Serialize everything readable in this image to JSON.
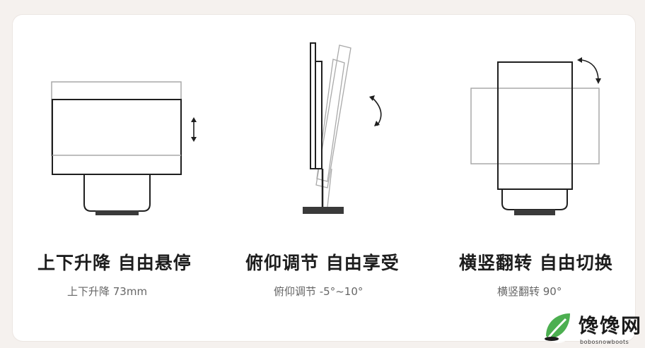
{
  "features": [
    {
      "title": "上下升降 自由悬停",
      "subtitle": "上下升降 73mm",
      "icon": "height-adjust-diagram"
    },
    {
      "title": "俯仰调节 自由享受",
      "subtitle": "俯仰调节 -5°~10°",
      "icon": "tilt-adjust-diagram"
    },
    {
      "title": "横竖翻转 自由切换",
      "subtitle": "横竖翻转 90°",
      "icon": "rotate-diagram"
    }
  ],
  "watermark": {
    "name": "馋馋网",
    "domain": "bobosnowboots",
    "accent": "#4caf50"
  },
  "colors": {
    "line": "#1f1f1f",
    "ghost": "#a9a9a9",
    "base": "#3a3a3a"
  }
}
